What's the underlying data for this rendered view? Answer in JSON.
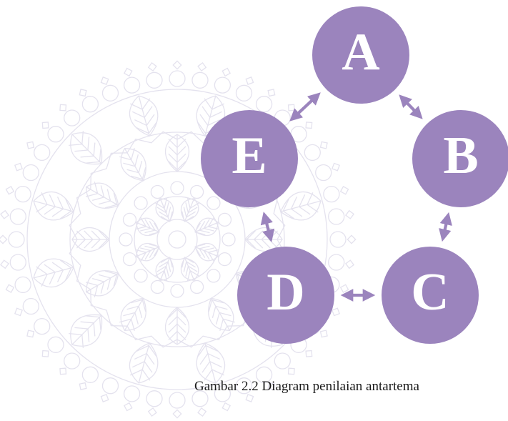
{
  "colors": {
    "node_fill": "#9b84bd",
    "arrow": "#9b84bd",
    "mandala_stroke": "#e4e2ee",
    "caption_text": "#1a1a1a"
  },
  "diagram": {
    "nodes": [
      {
        "id": "A",
        "label": "A"
      },
      {
        "id": "B",
        "label": "B"
      },
      {
        "id": "C",
        "label": "C"
      },
      {
        "id": "D",
        "label": "D"
      },
      {
        "id": "E",
        "label": "E"
      }
    ],
    "edges": [
      {
        "from": "A",
        "to": "B",
        "bidirectional": true
      },
      {
        "from": "B",
        "to": "C",
        "bidirectional": true
      },
      {
        "from": "C",
        "to": "D",
        "bidirectional": true
      },
      {
        "from": "D",
        "to": "E",
        "bidirectional": true
      },
      {
        "from": "E",
        "to": "A",
        "bidirectional": true
      }
    ]
  },
  "caption": "Gambar 2.2 Diagram penilaian antartema",
  "background_decoration": "mandala-watermark"
}
